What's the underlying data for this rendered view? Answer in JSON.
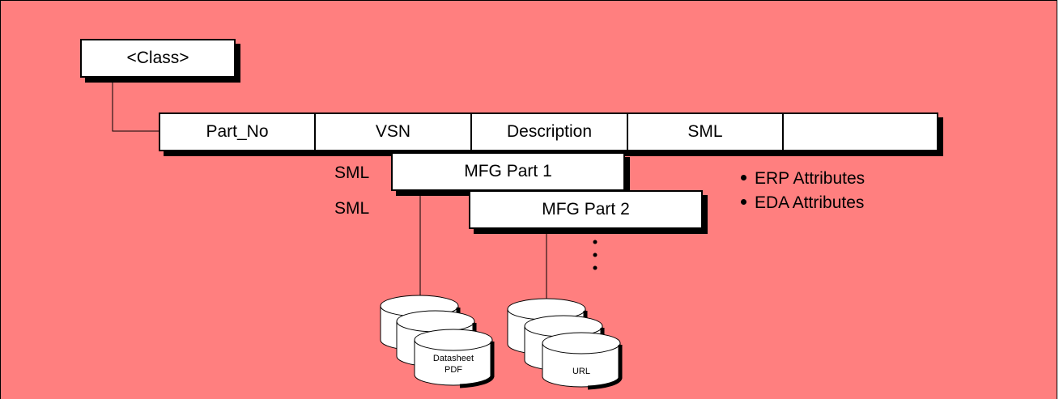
{
  "diagram": {
    "background_color": "#ff7f7f",
    "class_box": {
      "label": "<Class>"
    },
    "fields": [
      "Part_No",
      "VSN",
      "Description",
      "SML",
      ""
    ],
    "mfg_parts": [
      {
        "prefix": "SML",
        "label": "MFG Part 1"
      },
      {
        "prefix": "SML",
        "label": "MFG Part 2"
      }
    ],
    "attributes": [
      "ERP Attributes",
      "EDA Attributes"
    ],
    "databases": [
      {
        "label_line1": "Datasheet",
        "label_line2": "PDF"
      },
      {
        "label_line1": "URL",
        "label_line2": ""
      }
    ]
  }
}
